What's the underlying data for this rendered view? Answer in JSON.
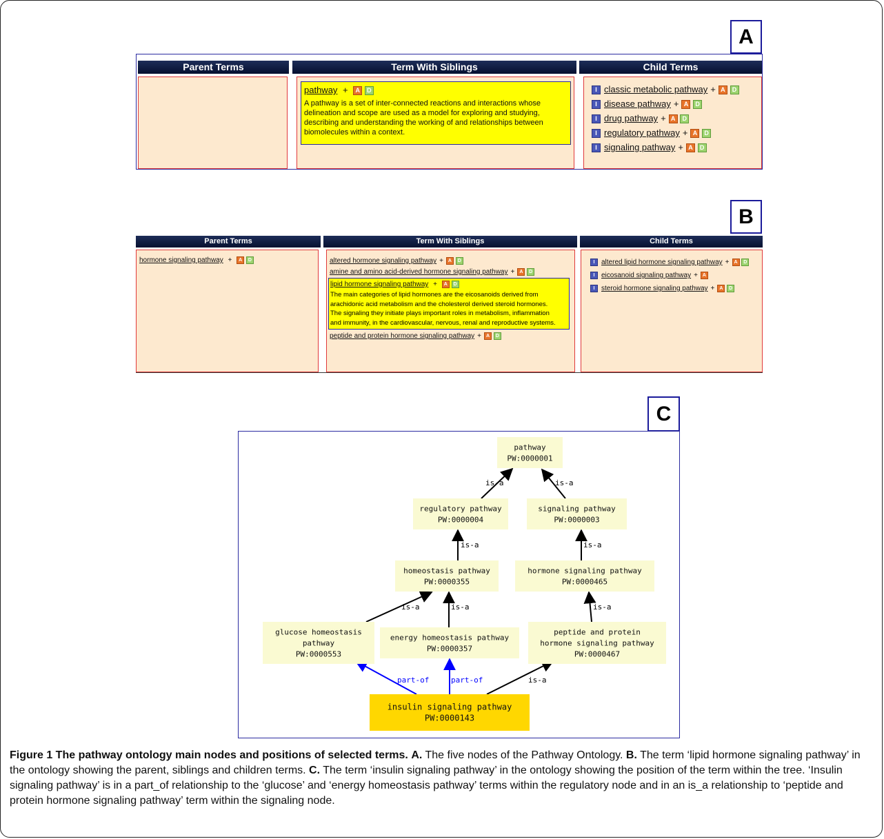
{
  "panel_a": {
    "label": "A",
    "parent_header": "Parent Terms",
    "siblings_header": "Term With Siblings",
    "children_header": "Child Terms",
    "term": "pathway",
    "definition": "A pathway is a set of inter-connected reactions and interactions whose delineation and scope are used as a model for exploring and studying, describing and understanding the working of and relationships between biomolecules within a context.",
    "children": [
      "classic metabolic pathway",
      "disease pathway",
      "drug pathway",
      "regulatory pathway",
      "signaling pathway"
    ]
  },
  "panel_b": {
    "label": "B",
    "parent_header": "Parent Terms",
    "siblings_header": "Term With Siblings",
    "children_header": "Child Terms",
    "parent": "hormone signaling pathway",
    "siblings_before": [
      "altered hormone signaling pathway",
      "amine and amino acid-derived hormone signaling pathway"
    ],
    "term": "lipid hormone signaling pathway",
    "definition_lines": [
      "The main categories of lipid hormones are the eicosanoids derived from",
      "arachidonic acid metabolism and the cholesterol derived steroid hormones.",
      "The signaling they initiate plays important roles in metabolism, inflammation",
      "and immunity, in the cardiovascular, nervous, renal and reproductive systems."
    ],
    "siblings_after": [
      "peptide and protein hormone signaling pathway"
    ],
    "children": [
      "altered lipid hormone signaling pathway",
      "eicosanoid signaling pathway",
      "steroid hormone signaling pathway"
    ]
  },
  "badges": {
    "plus": "+",
    "a": "A",
    "d": "D",
    "i": "I"
  },
  "panel_c": {
    "label": "C",
    "nodes": {
      "pathway": {
        "lines": [
          "pathway",
          "PW:0000001"
        ]
      },
      "regulatory": {
        "lines": [
          "regulatory pathway",
          "PW:0000004"
        ]
      },
      "signaling": {
        "lines": [
          "signaling pathway",
          "PW:0000003"
        ]
      },
      "homeostasis": {
        "lines": [
          "homeostasis pathway",
          "PW:0000355"
        ]
      },
      "hormone": {
        "lines": [
          "hormone signaling pathway",
          "PW:0000465"
        ]
      },
      "glucose": {
        "lines": [
          "glucose homeostasis",
          "pathway",
          "PW:0000553"
        ]
      },
      "energy": {
        "lines": [
          "energy homeostasis pathway",
          "PW:0000357"
        ]
      },
      "peptide": {
        "lines": [
          "peptide and protein",
          "hormone signaling pathway",
          "PW:0000467"
        ]
      },
      "insulin": {
        "lines": [
          "insulin signaling pathway",
          "PW:0000143"
        ]
      }
    },
    "edge_labels": {
      "is_a": "is-a",
      "part_of": "part-of"
    },
    "colors": {
      "node": "#fafad2",
      "highlight": "#ffd700",
      "isa": "#000000",
      "partof": "#0000ff"
    }
  },
  "caption": {
    "lead": "Figure 1 The pathway ontology main nodes and positions of selected terms.",
    "a_label": "A.",
    "a_text": "The five nodes of the Pathway Ontology.",
    "b_label": "B.",
    "b_text": "The term ‘lipid hormone signaling pathway’ in the ontology showing the parent, siblings and children terms.",
    "c_label": "C.",
    "c_text": "The term ‘insulin signaling pathway’ in the ontology showing the position of the term within the tree. ‘Insulin signaling pathway’ is in a part_of relationship to the ‘glucose’ and ‘energy homeostasis pathway’ terms within the regulatory node and in an is_a relationship to ‘peptide and protein hormone signaling pathway’ term within the signaling node."
  }
}
